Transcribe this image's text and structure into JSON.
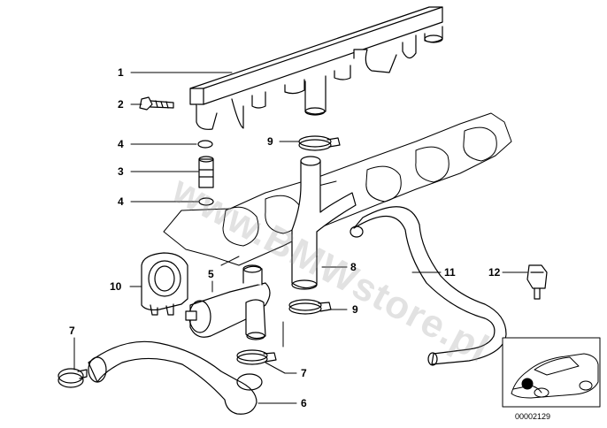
{
  "diagram": {
    "callouts": {
      "c1": "1",
      "c2": "2",
      "c4a": "4",
      "c3": "3",
      "c4b": "4",
      "c9a": "9",
      "c10": "10",
      "c5": "5",
      "c8": "8",
      "c11": "11",
      "c12": "12",
      "c9b": "9",
      "c7a": "7",
      "c7b": "7",
      "c6": "6"
    },
    "watermark": "www.BMWstore.pl",
    "part_number": "00002129"
  },
  "colors": {
    "line": "#000000",
    "watermark": "#9a9a9a"
  }
}
